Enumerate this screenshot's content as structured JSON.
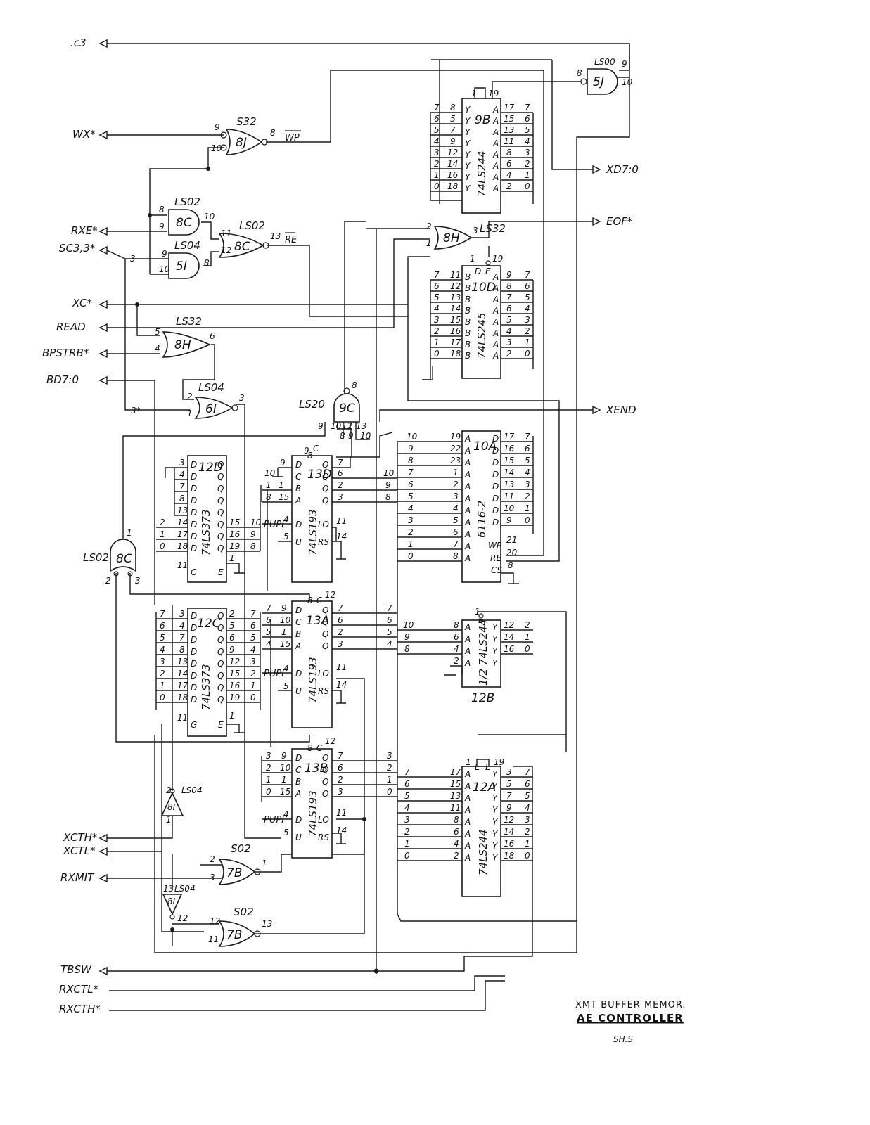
{
  "inputs": [
    {
      "id": "sc3",
      "label": ".c3"
    },
    {
      "id": "wx",
      "label": "WX*"
    },
    {
      "id": "rxe",
      "label": "RXE*"
    },
    {
      "id": "sc33",
      "label": "SC3,3*"
    },
    {
      "id": "xc",
      "label": "XC*"
    },
    {
      "id": "read",
      "label": "READ"
    },
    {
      "id": "bpstrb",
      "label": "BPSTRB*"
    },
    {
      "id": "bd",
      "label": "BD7:0"
    },
    {
      "id": "xcth",
      "label": "XCTH*"
    },
    {
      "id": "xctl",
      "label": "XCTL*"
    },
    {
      "id": "rxmit",
      "label": "RXMIT"
    },
    {
      "id": "tbsw",
      "label": "TBSW"
    },
    {
      "id": "rxctl",
      "label": "RXCTL*"
    },
    {
      "id": "rxcth",
      "label": "RXCTH*"
    }
  ],
  "outputs": [
    {
      "id": "xd",
      "label": "XD7:0"
    },
    {
      "id": "eof",
      "label": "EOF*"
    },
    {
      "id": "xend",
      "label": "XEND"
    }
  ],
  "chips": {
    "c9b": {
      "ref": "9B",
      "part": "74LS244"
    },
    "c10d": {
      "ref": "10D",
      "part": "74LS245"
    },
    "c10a": {
      "ref": "10A",
      "part": "6116-2"
    },
    "c12d": {
      "ref": "12D",
      "part": "74LS373"
    },
    "c12c": {
      "ref": "12C",
      "part": "74LS373"
    },
    "c13d": {
      "ref": "13D",
      "part": "74LS193"
    },
    "c13a": {
      "ref": "13A",
      "part": "74LS193"
    },
    "c13b": {
      "ref": "13B",
      "part": "74LS193"
    },
    "c12b": {
      "ref": "12B",
      "part": "1/2 74LS244"
    },
    "c12a": {
      "ref": "12A",
      "part": "74LS244"
    }
  },
  "gates": {
    "g5j": {
      "ref": "5J",
      "part": "LS00"
    },
    "g8j": {
      "ref": "8J",
      "part": "S32"
    },
    "g8c1": {
      "ref": "8C",
      "part": "LS02"
    },
    "g8c2": {
      "ref": "8C",
      "part": "LS02"
    },
    "g5i": {
      "ref": "5I",
      "part": "LS04"
    },
    "g8h1": {
      "ref": "8H",
      "part": "LS32"
    },
    "g8h2": {
      "ref": "8H",
      "part": "LS32"
    },
    "g6i": {
      "ref": "6I",
      "part": "LS04"
    },
    "g9c": {
      "ref": "9C",
      "part": "LS20"
    },
    "g8c3": {
      "ref": "8C",
      "part": "LS02"
    },
    "g8i": {
      "ref": "8I",
      "part": "LS04"
    },
    "g8i2": {
      "ref": "8I",
      "part": "LS04"
    },
    "g7b1": {
      "ref": "7B",
      "part": "S02"
    },
    "g7b2": {
      "ref": "7B",
      "part": "S02"
    }
  },
  "signals": {
    "wp": "WP",
    "re": "RE",
    "n3": "3",
    "n3s": "3*"
  },
  "title_block": {
    "line1": "XMT BUFFER MEMOR.",
    "line2": "AE CONTROLLER",
    "sheet": "SH.S"
  }
}
